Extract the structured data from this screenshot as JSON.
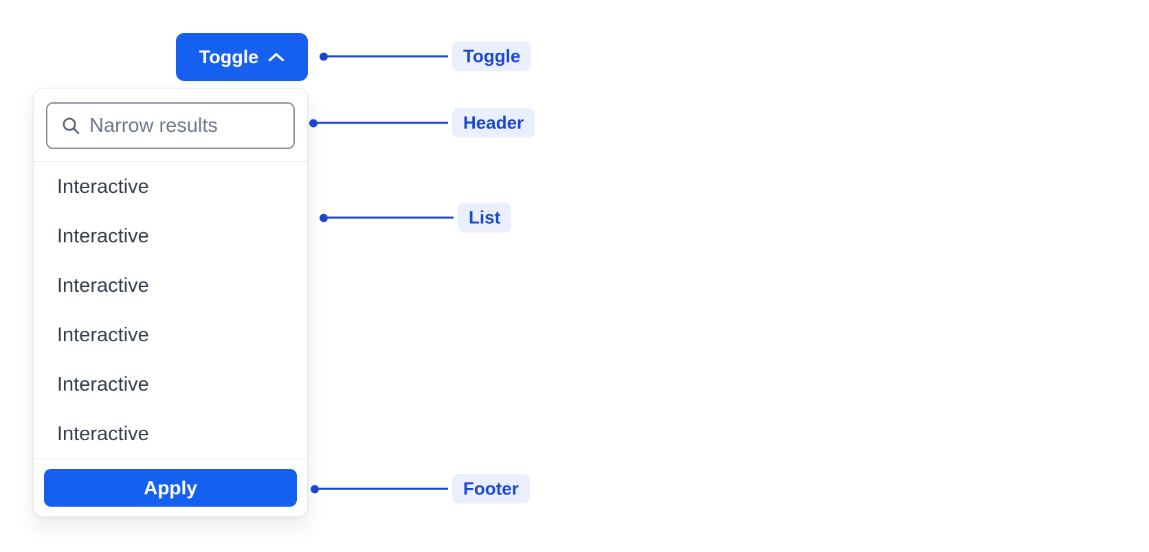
{
  "toggle_button": {
    "label": "Toggle",
    "icon": "chevron-up-icon"
  },
  "dropdown": {
    "search": {
      "placeholder": "Narrow results",
      "value": "",
      "icon": "search-icon"
    },
    "items": [
      "Interactive",
      "Interactive",
      "Interactive",
      "Interactive",
      "Interactive",
      "Interactive"
    ],
    "footer": {
      "apply_label": "Apply"
    }
  },
  "annotations": [
    {
      "label": "Toggle"
    },
    {
      "label": "Header"
    },
    {
      "label": "List"
    },
    {
      "label": "Footer"
    }
  ],
  "colors": {
    "primary_blue": "#1660F0",
    "annotation_blue": "#1A46D0",
    "annotation_pill_bg": "#E9EFFC",
    "panel_border": "#E4E6EA",
    "divider": "#E7E8EB",
    "input_border": "#848B9B",
    "placeholder_text": "#6F7686",
    "list_text": "#363D4A",
    "button_text": "#FFFFFF",
    "background": "#FFFFFF"
  }
}
